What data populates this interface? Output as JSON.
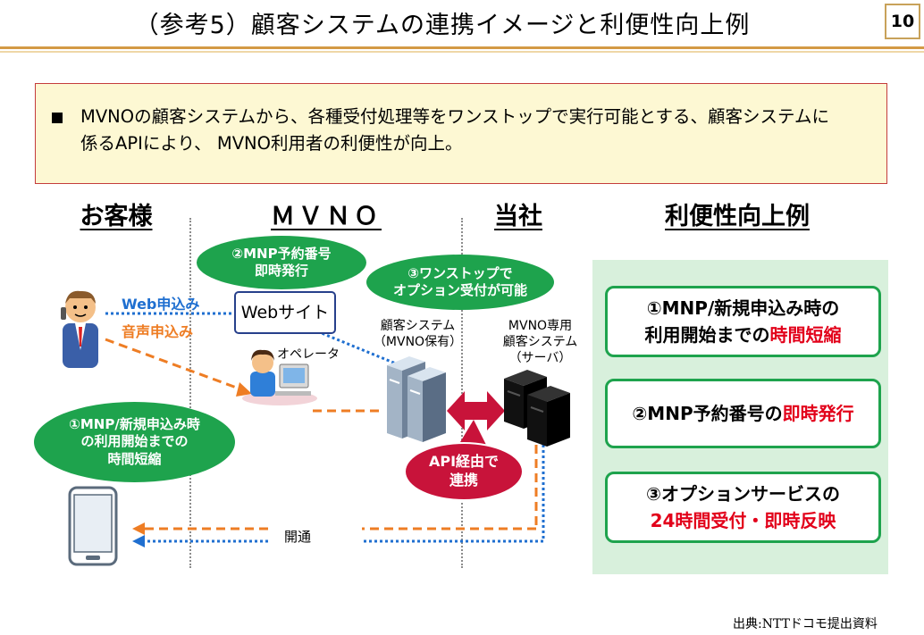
{
  "header": {
    "title": "（参考5）顧客システムの連携イメージと利便性向上例",
    "page_number": "10"
  },
  "summary": {
    "line1": "MVNOの顧客システムから、各種受付処理等をワンストップで実行可能とする、顧客システムに",
    "line2": "係るAPIにより、 MVNO利用者の利便性が向上。"
  },
  "columns": {
    "customer": "お客様",
    "mvno": "ＭＶＮＯ",
    "company": "当社",
    "benefits": "利便性向上例"
  },
  "diagram": {
    "web_apply": "Web申込み",
    "voice_apply": "音声申込み",
    "website": "Webサイト",
    "operator": "オペレータ",
    "mnp_bubble": [
      "②MNP予約番号",
      "即時発行"
    ],
    "onestop_bubble": [
      "③ワンストップで",
      "オプション受付が可能"
    ],
    "customer_system": [
      "顧客システム",
      "（MVNO保有）"
    ],
    "mvno_server": [
      "MVNO専用",
      "顧客システム",
      "（サーバ）"
    ],
    "api_bubble": [
      "API経由で",
      "連携"
    ],
    "shorten_bubble": [
      "①MNP/新規申込み時",
      "の利用開始までの",
      "時間短縮"
    ],
    "activation": "開通"
  },
  "benefits": [
    {
      "line1": "①MNP/新規申込み時の",
      "line2_plain": "利用開始までの",
      "line2_red": "時間短縮"
    },
    {
      "line1_plain": "②MNP予約番号の",
      "line1_red": "即時発行"
    },
    {
      "line1": "③オプションサービスの",
      "line2_red": "24時間受付・即時反映"
    }
  ],
  "source": "出典:NTTドコモ提出資料",
  "colors": {
    "green": "#1ea34d",
    "red": "#c8133a",
    "orange": "#ee7d24",
    "blue": "#1f6fd0",
    "panel": "#d8f0dc"
  }
}
